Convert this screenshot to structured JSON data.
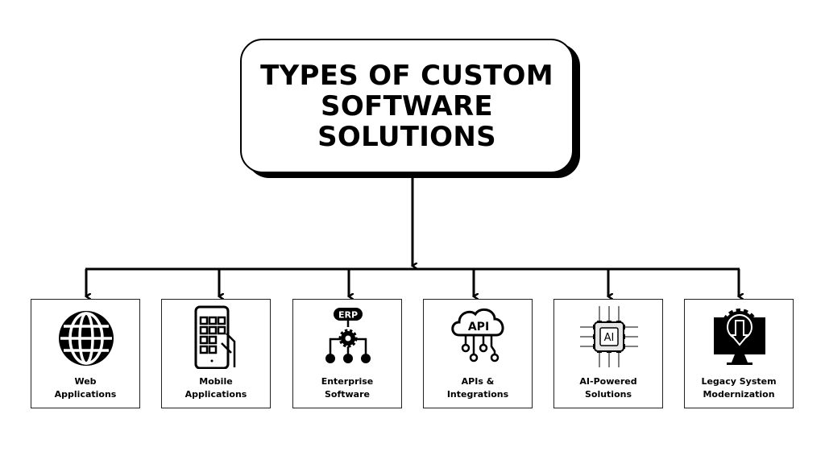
{
  "title": {
    "line1": "TYPES OF CUSTOM",
    "line2": "SOFTWARE SOLUTIONS"
  },
  "items": [
    {
      "line1": "Web",
      "line2": "Applications",
      "icon": "globe-icon"
    },
    {
      "line1": "Mobile",
      "line2": "Applications",
      "icon": "mobile-phone-icon"
    },
    {
      "line1": "Enterprise",
      "line2": "Software",
      "icon": "erp-icon",
      "icon_text": "ERP"
    },
    {
      "line1": "APIs &",
      "line2": "Integrations",
      "icon": "api-cloud-icon",
      "icon_text": "API"
    },
    {
      "line1": "AI-Powered",
      "line2": "Solutions",
      "icon": "ai-chip-icon",
      "icon_text": "AI"
    },
    {
      "line1": "Legacy System",
      "line2": "Modernization",
      "icon": "monitor-gear-icon"
    }
  ]
}
